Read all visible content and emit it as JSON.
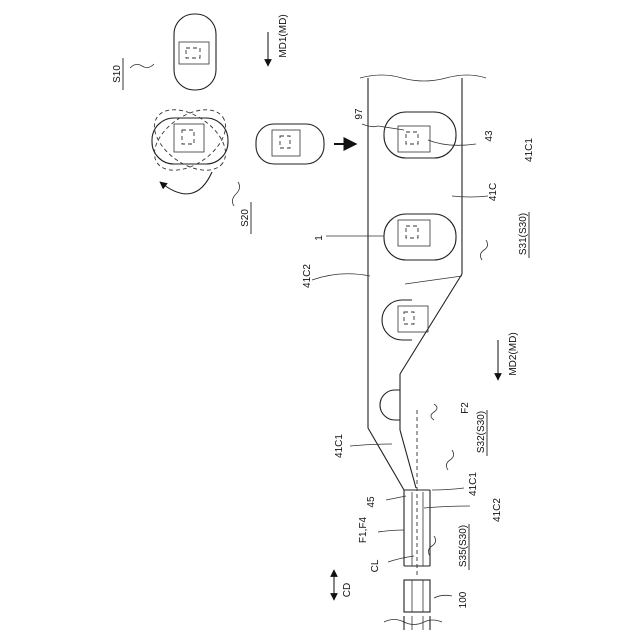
{
  "labels": {
    "s10": "S10",
    "s20": "S20",
    "md1": "MD1(MD)",
    "md2": "MD2(MD)",
    "s31": "S31(S30)",
    "s32": "S32(S30)",
    "s35": "S35(S30)",
    "ref97": "97",
    "ref43": "43",
    "ref41c1_top": "41C1",
    "ref41c": "41C",
    "ref1": "1",
    "ref41c2_left": "41C2",
    "ref41c1_left": "41C1",
    "refF2": "F2",
    "ref41c1_bottom": "41C1",
    "ref45": "45",
    "ref41c2_bottom": "41C2",
    "refF1F4": "F1,F4",
    "refCL": "CL",
    "refCD": "CD",
    "ref100": "100"
  }
}
